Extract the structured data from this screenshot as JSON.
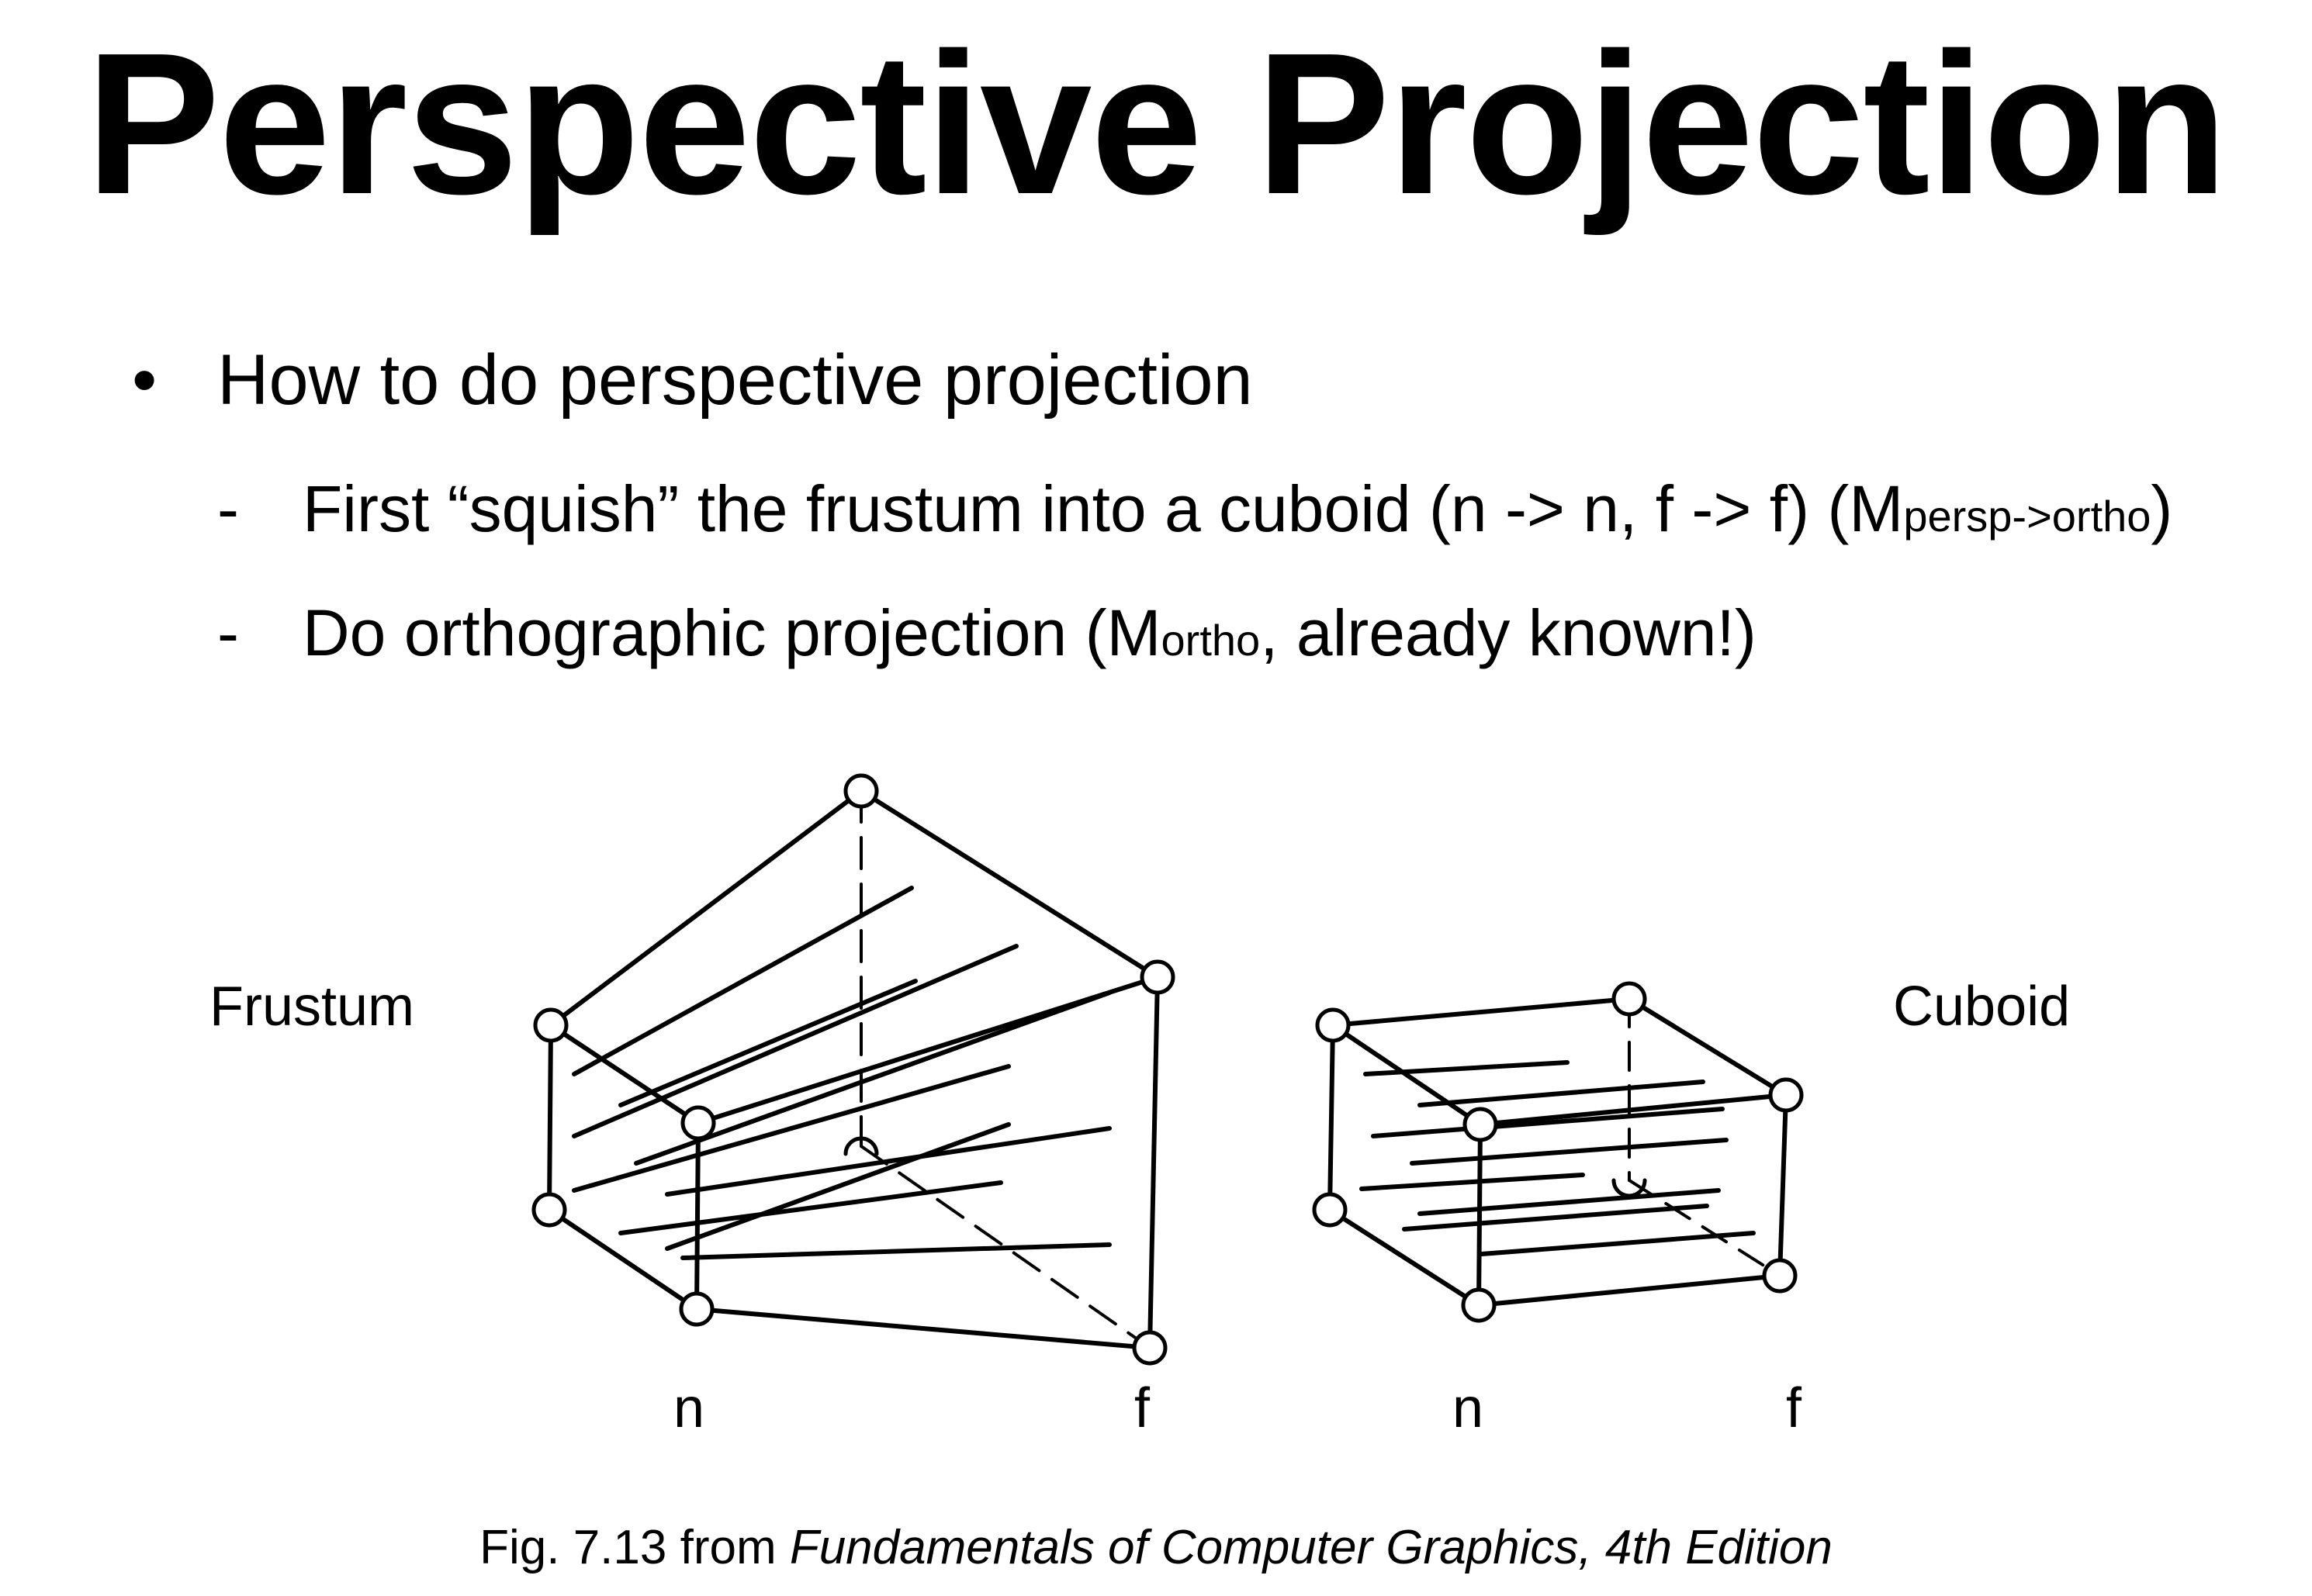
{
  "slide": {
    "title": "Perspective Projection",
    "bullet": {
      "marker": "•",
      "text": "How to do perspective projection"
    },
    "subitems": [
      {
        "marker": "-",
        "text_before": "First “squish” the frustum into a cuboid (n -> n, f -> f) (M",
        "subscript": "persp->ortho",
        "text_after": ")"
      },
      {
        "marker": "-",
        "text_before": "Do orthographic projection (M",
        "subscript": "ortho",
        "text_after": ", already known!)"
      }
    ]
  },
  "figure": {
    "frustum_label": "Frustum",
    "cuboid_label": "Cuboid",
    "frustum_near_label": "n",
    "frustum_far_label": "f",
    "cuboid_near_label": "n",
    "cuboid_far_label": "f"
  },
  "caption": {
    "prefix": "Fig. 7.13 from ",
    "source": "Fundamentals of Computer Graphics, 4th Edition"
  }
}
